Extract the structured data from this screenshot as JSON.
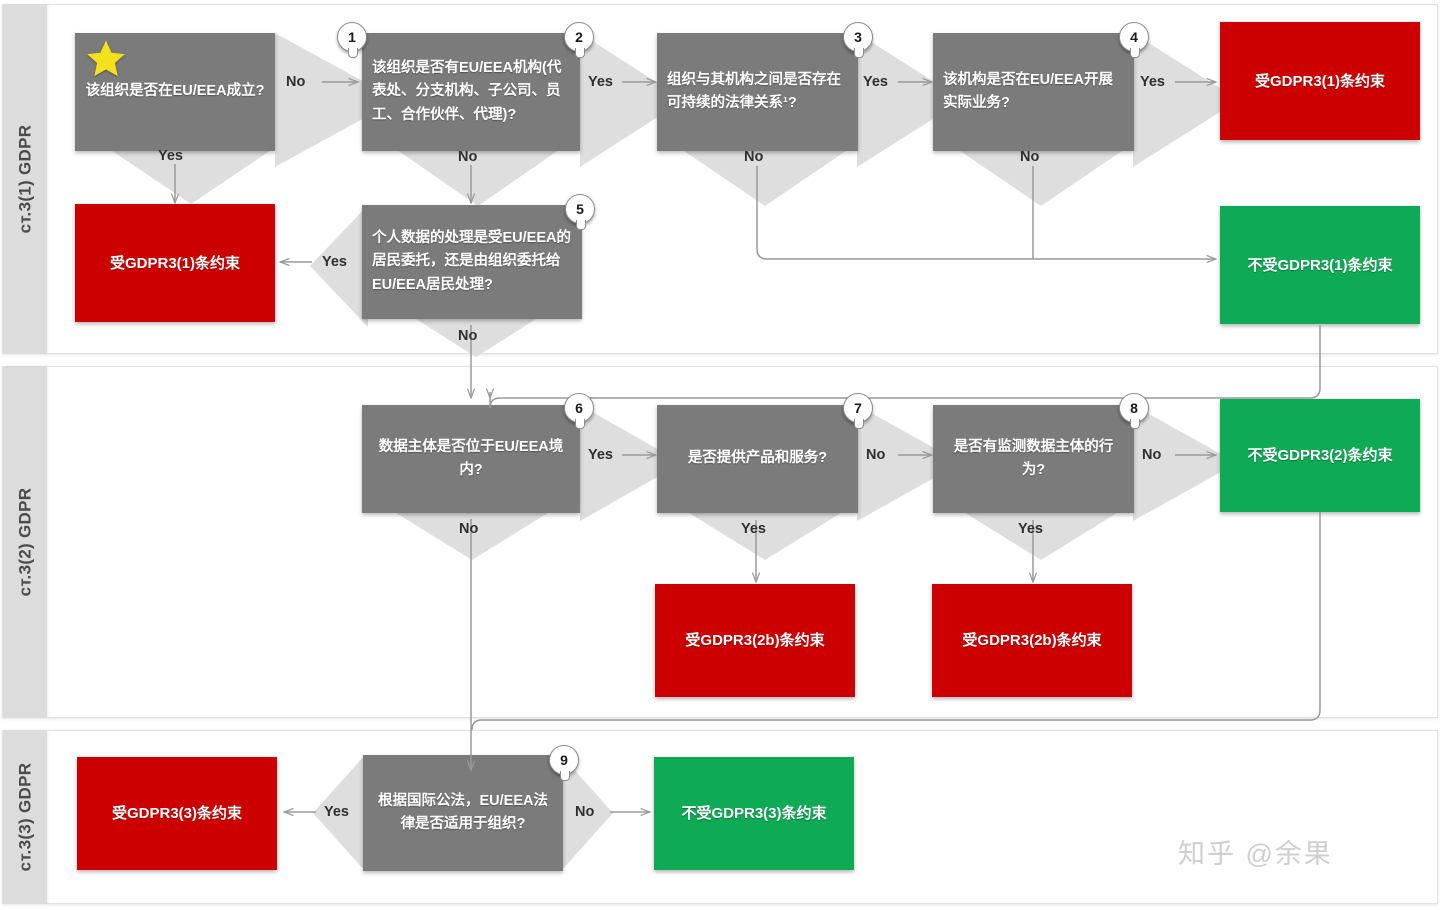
{
  "lanes": [
    {
      "id": "lane1",
      "label": "ст.3(1) GDPR"
    },
    {
      "id": "lane2",
      "label": "ст.3(2) GDPR"
    },
    {
      "id": "lane3",
      "label": "ст.3(3) GDPR"
    }
  ],
  "nodes": [
    {
      "id": "n1",
      "number": "1",
      "text": "该组织是否在EU/EEA成立?"
    },
    {
      "id": "n2",
      "number": "2",
      "text": "该组织是否有EU/EEA机构(代表处、分支机构、子公司、员工、合作伙伴、代理)?"
    },
    {
      "id": "n3",
      "number": "3",
      "text": "组织与其机构之间是否存在可持续的法律关系¹?"
    },
    {
      "id": "n4",
      "number": "4",
      "text": "该机构是否在EU/EEA开展实际业务?"
    },
    {
      "id": "n5",
      "number": "5",
      "text": "个人数据的处理是受EU/EEA的居民委托，还是由组织委托给EU/EEA居民处理?"
    },
    {
      "id": "n6",
      "number": "6",
      "text": "数据主体是否位于EU/EEA境内?"
    },
    {
      "id": "n7",
      "number": "7",
      "text": "是否提供产品和服务?"
    },
    {
      "id": "n8",
      "number": "8",
      "text": "是否有监测数据主体的行为?"
    },
    {
      "id": "n9",
      "number": "9",
      "text": "根据国际公法，EU/EEA法律是否适用于组织?"
    }
  ],
  "terminals": [
    {
      "id": "t1",
      "text": "受GDPR3(1)条约束",
      "color": "#CC0000",
      "kind": "subject"
    },
    {
      "id": "t2",
      "text": "受GDPR3(1)条约束",
      "color": "#CC0000",
      "kind": "subject"
    },
    {
      "id": "t3",
      "text": "不受GDPR3(1)条约束",
      "color": "#0FAA55",
      "kind": "not-subject"
    },
    {
      "id": "t4",
      "text": "受GDPR3(2b)条约束",
      "color": "#CC0000",
      "kind": "subject"
    },
    {
      "id": "t5",
      "text": "受GDPR3(2b)条约束",
      "color": "#CC0000",
      "kind": "subject"
    },
    {
      "id": "t6",
      "text": "不受GDPR3(2)条约束",
      "color": "#0FAA55",
      "kind": "not-subject"
    },
    {
      "id": "t7",
      "text": "受GDPR3(3)条约束",
      "color": "#CC0000",
      "kind": "subject"
    },
    {
      "id": "t8",
      "text": "不受GDPR3(3)条约束",
      "color": "#0FAA55",
      "kind": "not-subject"
    }
  ],
  "edge_labels": {
    "n1_no": "No",
    "n1_yes": "Yes",
    "n2_yes": "Yes",
    "n2_no": "No",
    "n3_yes": "Yes",
    "n3_no": "No",
    "n4_yes": "Yes",
    "n4_no": "No",
    "n5_yes": "Yes",
    "n5_no": "No",
    "n6_yes": "Yes",
    "n6_no": "No",
    "n7_no": "No",
    "n7_yes": "Yes",
    "n8_no": "No",
    "n8_yes": "Yes",
    "n9_yes": "Yes",
    "n9_no": "No"
  },
  "decoration": {
    "star_icon": "star-icon",
    "watermark": "知乎 @余果"
  },
  "colors": {
    "node_fill": "#7b7b7b",
    "wing_fill": "#dedede",
    "subject_red": "#CC0000",
    "not_subject_green": "#0FAA55",
    "lane_label_bg": "#dcdcdc",
    "connector": "#9a9a9a",
    "star": "#F2E11B"
  }
}
